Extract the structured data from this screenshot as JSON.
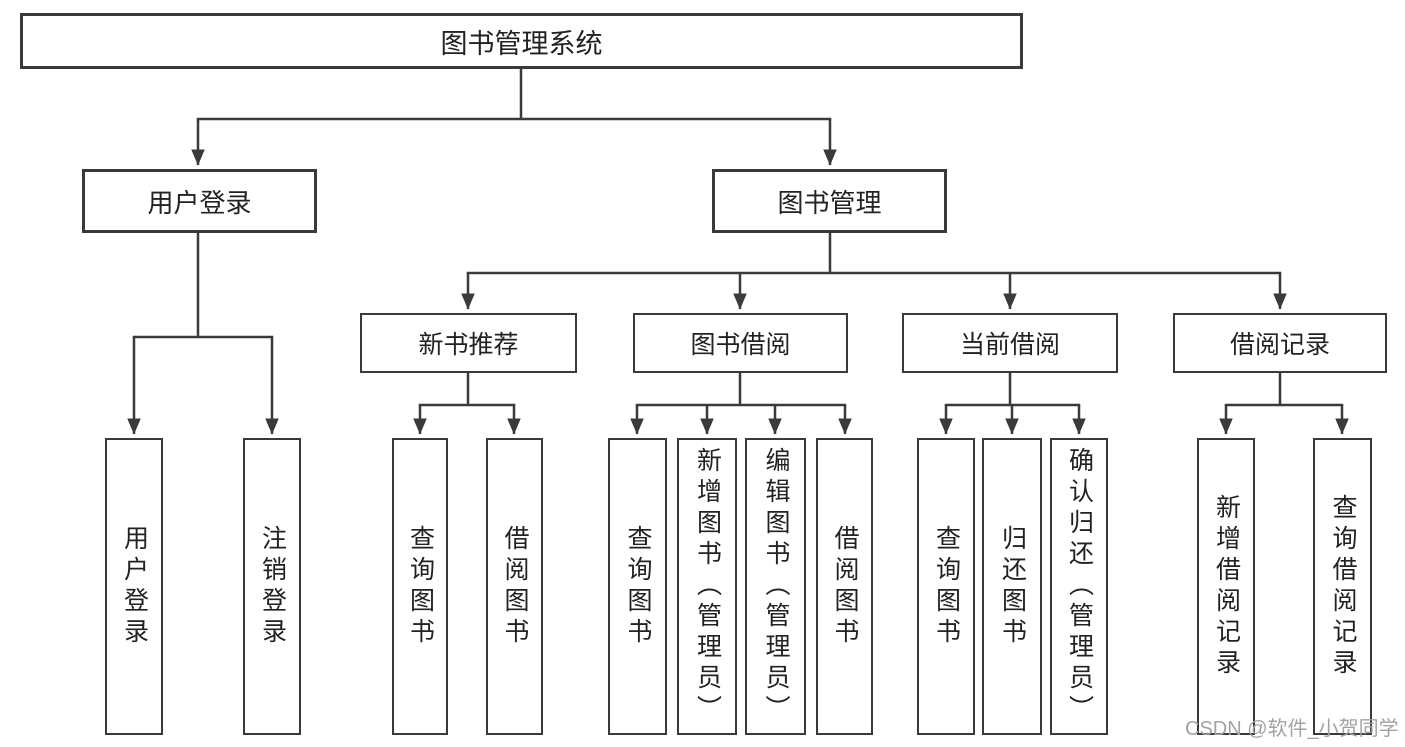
{
  "diagram": {
    "title": "图书管理系统",
    "level2": [
      {
        "label": "用户登录"
      },
      {
        "label": "图书管理"
      }
    ],
    "level3": [
      {
        "label": "新书推荐"
      },
      {
        "label": "图书借阅"
      },
      {
        "label": "当前借阅"
      },
      {
        "label": "借阅记录"
      }
    ],
    "leaves": {
      "user_login": [
        {
          "label": "用户登录"
        },
        {
          "label": "注销登录"
        }
      ],
      "new_book": [
        {
          "label": "查询图书"
        },
        {
          "label": "借阅图书"
        }
      ],
      "book_borrow": [
        {
          "label": "查询图书"
        },
        {
          "label": "新增图书（管理员）"
        },
        {
          "label": "编辑图书（管理员）"
        },
        {
          "label": "借阅图书"
        }
      ],
      "current_borrow": [
        {
          "label": "查询图书"
        },
        {
          "label": "归还图书"
        },
        {
          "label": "确认归还（管理员）"
        }
      ],
      "borrow_records": [
        {
          "label": "新增借阅记录"
        },
        {
          "label": "查询借阅记录"
        }
      ]
    }
  },
  "watermark": "CSDN @软件_小贺同学",
  "colors": {
    "line": "#3a3a3a",
    "text": "#222222",
    "watermark_gray": "#a3a3a3",
    "background": "#ffffff"
  }
}
